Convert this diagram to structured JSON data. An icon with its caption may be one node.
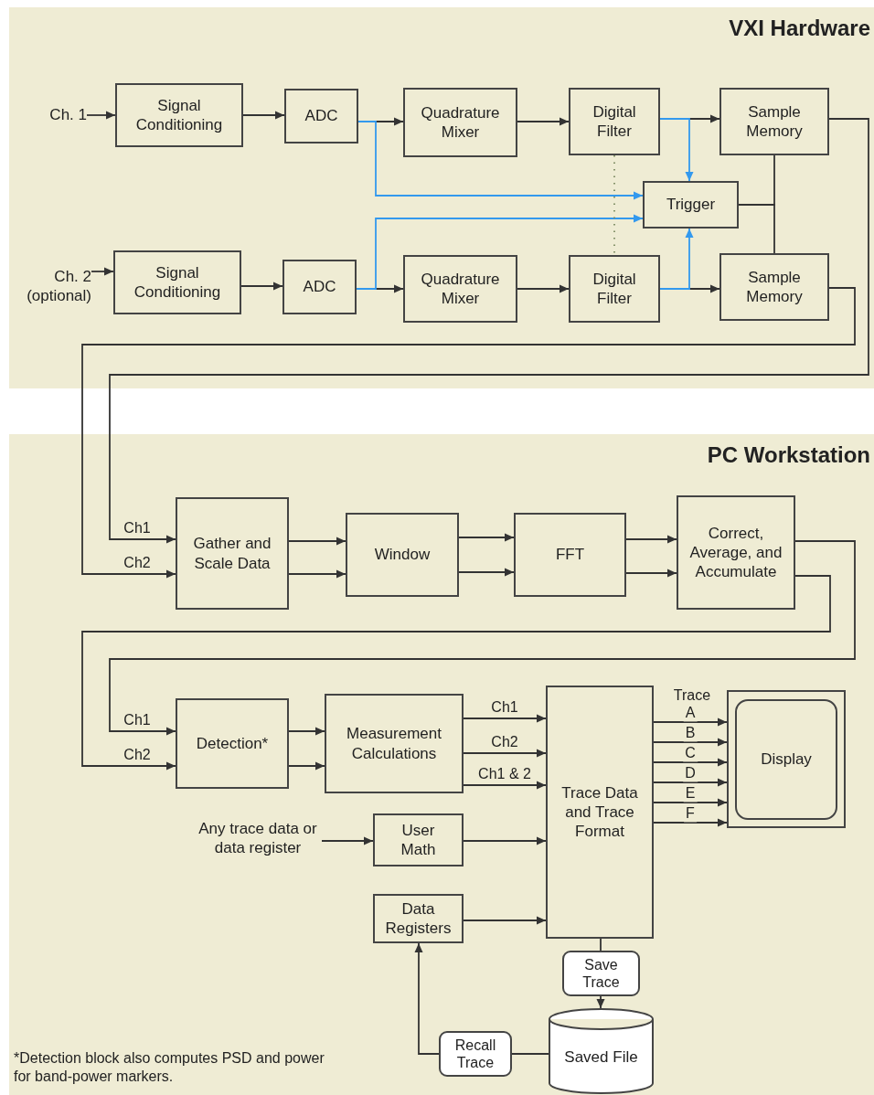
{
  "diagram": {
    "nodes": [
      {
        "text": [
          "VXI Hardware"
        ]
      },
      {
        "text": [
          "PC Workstation"
        ]
      },
      {
        "text": [
          "Ch. 1"
        ],
        "in": 0
      },
      {
        "text": [
          "Signal Conditioning"
        ],
        "in": 0
      },
      {
        "text": [
          "ADC"
        ],
        "in": 0
      },
      {
        "text": [
          "Quadrature Mixer"
        ],
        "in": 0
      },
      {
        "text": [
          "Digital Filter"
        ],
        "in": 0
      },
      {
        "text": [
          "Sample Memory"
        ],
        "in": 0
      },
      {
        "text": [
          "Trigger"
        ],
        "in": 0
      },
      {
        "text": [
          "Ch. 2 (optional)"
        ],
        "in": 0
      },
      {
        "text": [
          "Signal Conditioning"
        ],
        "in": 0
      },
      {
        "text": [
          "ADC"
        ],
        "in": 0
      },
      {
        "text": [
          "Quadrature Mixer"
        ],
        "in": 0
      },
      {
        "text": [
          "Digital Filter"
        ],
        "in": 0
      },
      {
        "text": [
          "Sample Memory"
        ],
        "in": 0
      },
      {
        "text": [
          "Gather and Scale Data"
        ],
        "in": 1
      },
      {
        "text": [
          "Window"
        ],
        "in": 1
      },
      {
        "text": [
          "FFT"
        ],
        "in": 1
      },
      {
        "text": [
          "Correct, Average, and Accumulate"
        ],
        "in": 1
      },
      {
        "text": [
          "Detection*"
        ],
        "in": 1
      },
      {
        "text": [
          "Measurement Calculations"
        ],
        "in": 1
      },
      {
        "text": [
          "Trace Data and Trace Format"
        ],
        "in": 1
      },
      {
        "text": [
          "Display"
        ],
        "in": 1
      },
      {
        "text": [
          "Any trace data or data register"
        ],
        "in": 1
      },
      {
        "text": [
          "User Math"
        ],
        "in": 1
      },
      {
        "text": [
          "Data Registers"
        ],
        "in": 1
      },
      {
        "text": [
          "Save Trace"
        ],
        "in": 1
      },
      {
        "text": [
          "Saved File"
        ],
        "in": 1
      },
      {
        "text": [
          "Recall Trace"
        ],
        "in": 1
      }
    ],
    "edges": [
      {
        "from": 2,
        "to": 3,
        "arrow": "to"
      },
      {
        "from": 3,
        "to": 4,
        "arrow": "to"
      },
      {
        "from": 4,
        "to": 5,
        "arrow": "to"
      },
      {
        "from": 5,
        "to": 6,
        "arrow": "to"
      },
      {
        "from": 6,
        "to": 7,
        "arrow": "to"
      },
      {
        "from": 9,
        "to": 10,
        "arrow": "to"
      },
      {
        "from": 10,
        "to": 11,
        "arrow": "to"
      },
      {
        "from": 11,
        "to": 12,
        "arrow": "to"
      },
      {
        "from": 12,
        "to": 13,
        "arrow": "to"
      },
      {
        "from": 13,
        "to": 14,
        "arrow": "to"
      },
      {
        "from": 4,
        "to": 8,
        "arrow": "to",
        "color": "#3399ee"
      },
      {
        "from": 11,
        "to": 8,
        "arrow": "to",
        "color": "#3399ee"
      },
      {
        "from": 6,
        "to": 8,
        "arrow": "to",
        "color": "#3399ee"
      },
      {
        "from": 13,
        "to": 8,
        "arrow": "to",
        "color": "#3399ee"
      },
      {
        "from": 7,
        "to": 8,
        "arrow": "none"
      },
      {
        "from": 14,
        "to": 8,
        "arrow": "none"
      },
      {
        "from": 6,
        "to": 13,
        "arrow": "none",
        "style": "dashed"
      },
      {
        "from": 7,
        "to": 15,
        "arrow": "to",
        "label": "Ch1"
      },
      {
        "from": 14,
        "to": 15,
        "arrow": "to",
        "label": "Ch2"
      },
      {
        "from": 15,
        "to": 16,
        "arrow": "to"
      },
      {
        "from": 15,
        "to": 16,
        "arrow": "to"
      },
      {
        "from": 16,
        "to": 17,
        "arrow": "to"
      },
      {
        "from": 16,
        "to": 17,
        "arrow": "to"
      },
      {
        "from": 17,
        "to": 18,
        "arrow": "to"
      },
      {
        "from": 17,
        "to": 18,
        "arrow": "to"
      },
      {
        "from": 18,
        "to": 19,
        "arrow": "to",
        "label": "Ch1"
      },
      {
        "from": 18,
        "to": 19,
        "arrow": "to",
        "label": "Ch2"
      },
      {
        "from": 19,
        "to": 20,
        "arrow": "to"
      },
      {
        "from": 19,
        "to": 20,
        "arrow": "to"
      },
      {
        "from": 20,
        "to": 21,
        "arrow": "to",
        "label": "Ch1"
      },
      {
        "from": 20,
        "to": 21,
        "arrow": "to",
        "label": "Ch2"
      },
      {
        "from": 20,
        "to": 21,
        "arrow": "to",
        "label": "Ch1 & 2"
      },
      {
        "from": 21,
        "to": 22,
        "arrow": "to",
        "label": "A"
      },
      {
        "from": 21,
        "to": 22,
        "arrow": "to",
        "label": "B"
      },
      {
        "from": 21,
        "to": 22,
        "arrow": "to",
        "label": "C"
      },
      {
        "from": 21,
        "to": 22,
        "arrow": "to",
        "label": "D"
      },
      {
        "from": 21,
        "to": 22,
        "arrow": "to",
        "label": "E"
      },
      {
        "from": 21,
        "to": 22,
        "arrow": "to",
        "label": "F"
      },
      {
        "from": 23,
        "to": 24,
        "arrow": "to"
      },
      {
        "from": 24,
        "to": 21,
        "arrow": "to"
      },
      {
        "from": 25,
        "to": 21,
        "arrow": "to"
      },
      {
        "from": 21,
        "to": 26,
        "arrow": "none"
      },
      {
        "from": 26,
        "to": 27,
        "arrow": "to"
      },
      {
        "from": 27,
        "to": 28,
        "arrow": "none"
      },
      {
        "from": 28,
        "to": 25,
        "arrow": "to"
      }
    ],
    "labels": [
      "Trace",
      "*Detection block also computes PSD and power for band-power markers."
    ]
  }
}
